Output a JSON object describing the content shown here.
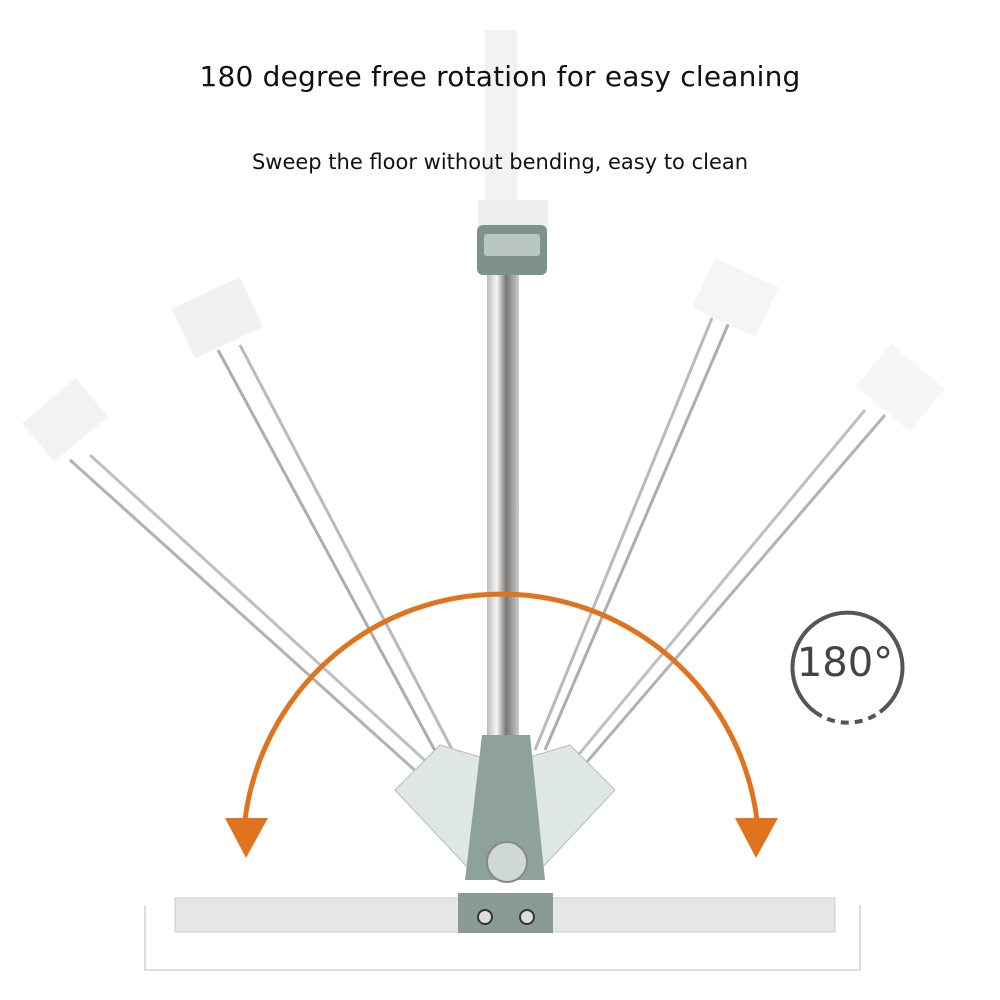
{
  "title": "180 degree free rotation for easy cleaning",
  "subtitle": "Sweep the floor without bending, easy to clean",
  "badge": "180°",
  "colors": {
    "arc": "#E0741E",
    "handle_head": "#7E918C",
    "text": "#111111"
  }
}
